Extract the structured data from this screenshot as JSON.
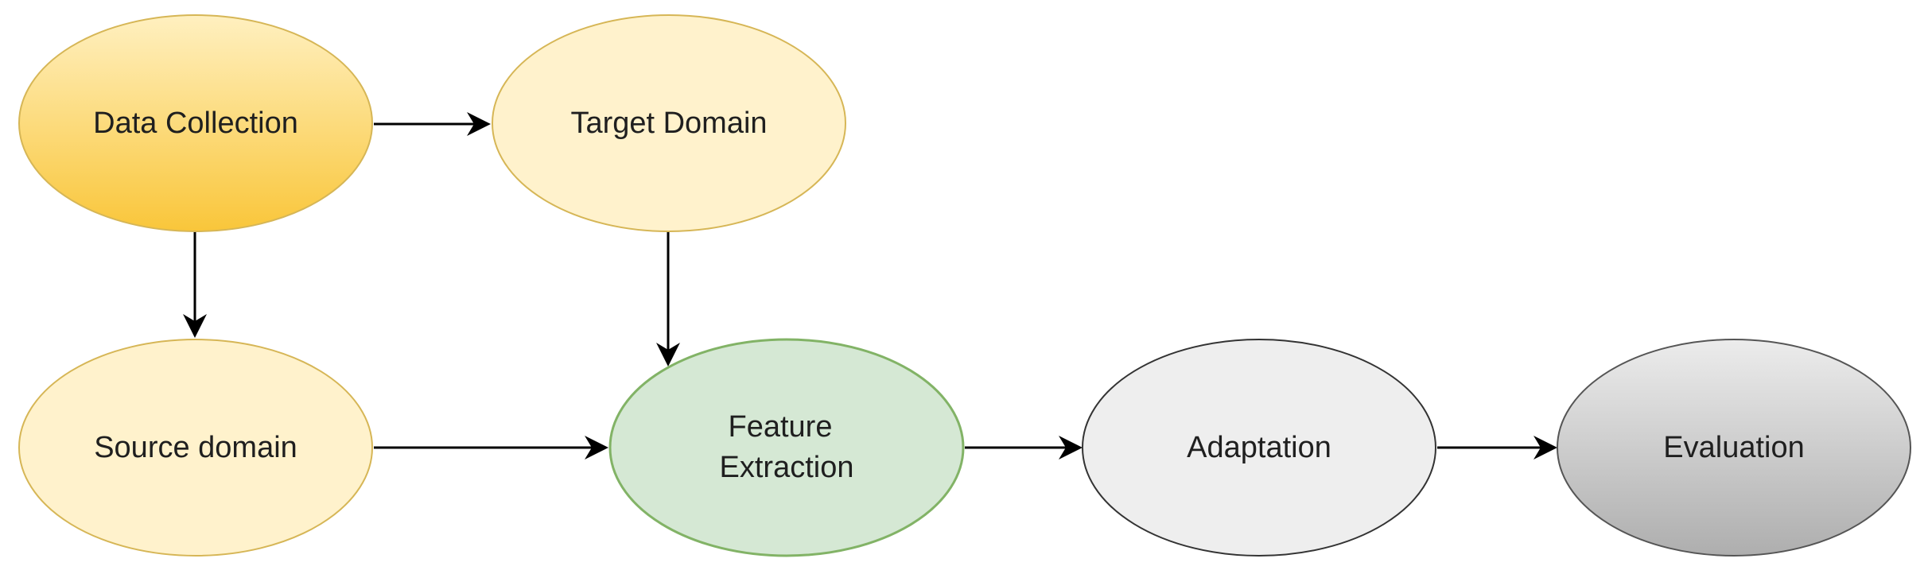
{
  "diagram": {
    "nodes": {
      "data_collection": {
        "label": "Data Collection",
        "fill": "#fcd86a",
        "stroke": "#d6b656"
      },
      "target_domain": {
        "label": "Target Domain",
        "fill": "#fff2cc",
        "stroke": "#d6b656"
      },
      "source_domain": {
        "label": "Source domain",
        "fill": "#fff2cc",
        "stroke": "#d6b656"
      },
      "feature_extraction": {
        "label_line1": "Feature",
        "label_line2": "Extraction",
        "fill": "#d5e8d4",
        "stroke": "#82b366"
      },
      "adaptation": {
        "label": "Adaptation",
        "fill": "#eeeeee",
        "stroke": "#333333"
      },
      "evaluation": {
        "label": "Evaluation",
        "fill": "#c4c4c4",
        "stroke": "#555555"
      }
    },
    "edges": [
      {
        "from": "Data Collection",
        "to": "Target Domain"
      },
      {
        "from": "Data Collection",
        "to": "Source domain"
      },
      {
        "from": "Target Domain",
        "to": "Feature Extraction"
      },
      {
        "from": "Source domain",
        "to": "Feature Extraction"
      },
      {
        "from": "Feature Extraction",
        "to": "Adaptation"
      },
      {
        "from": "Adaptation",
        "to": "Evaluation"
      }
    ]
  }
}
